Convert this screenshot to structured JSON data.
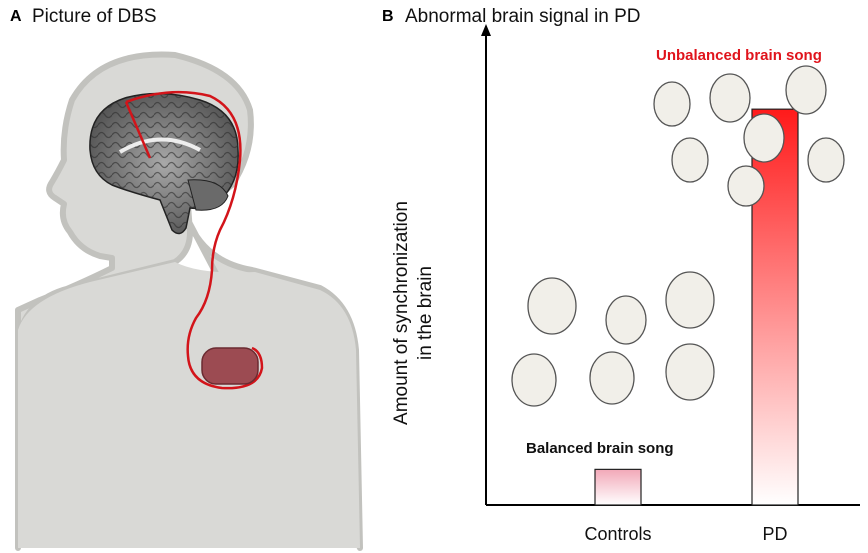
{
  "panel_a": {
    "label": "A",
    "title": "Picture of DBS"
  },
  "panel_b": {
    "label": "B",
    "title": "Abnormal brain signal in PD",
    "y_axis_label_line1": "Amount of synchronization",
    "y_axis_label_line2": "in the brain",
    "caption_unbalanced": "Unbalanced brain song",
    "caption_balanced": "Balanced  brain song"
  },
  "chart_data": {
    "type": "bar",
    "categories": [
      "Controls",
      "PD"
    ],
    "values": [
      9,
      100
    ],
    "ylim": [
      0,
      120
    ],
    "xlabel": "",
    "ylabel": "Amount of synchronization in the brain",
    "title": "Abnormal brain signal in PD",
    "grid": false,
    "colors": {
      "bar_top": "#ff1a1a",
      "bar_bottom": "#ffffff",
      "controls_top": "#f2a8b8"
    }
  },
  "colors": {
    "body": "#d9d9d6",
    "body_outline": "#c2c2be",
    "wire": "#d3141a",
    "stimulator": "#9c4b52"
  }
}
